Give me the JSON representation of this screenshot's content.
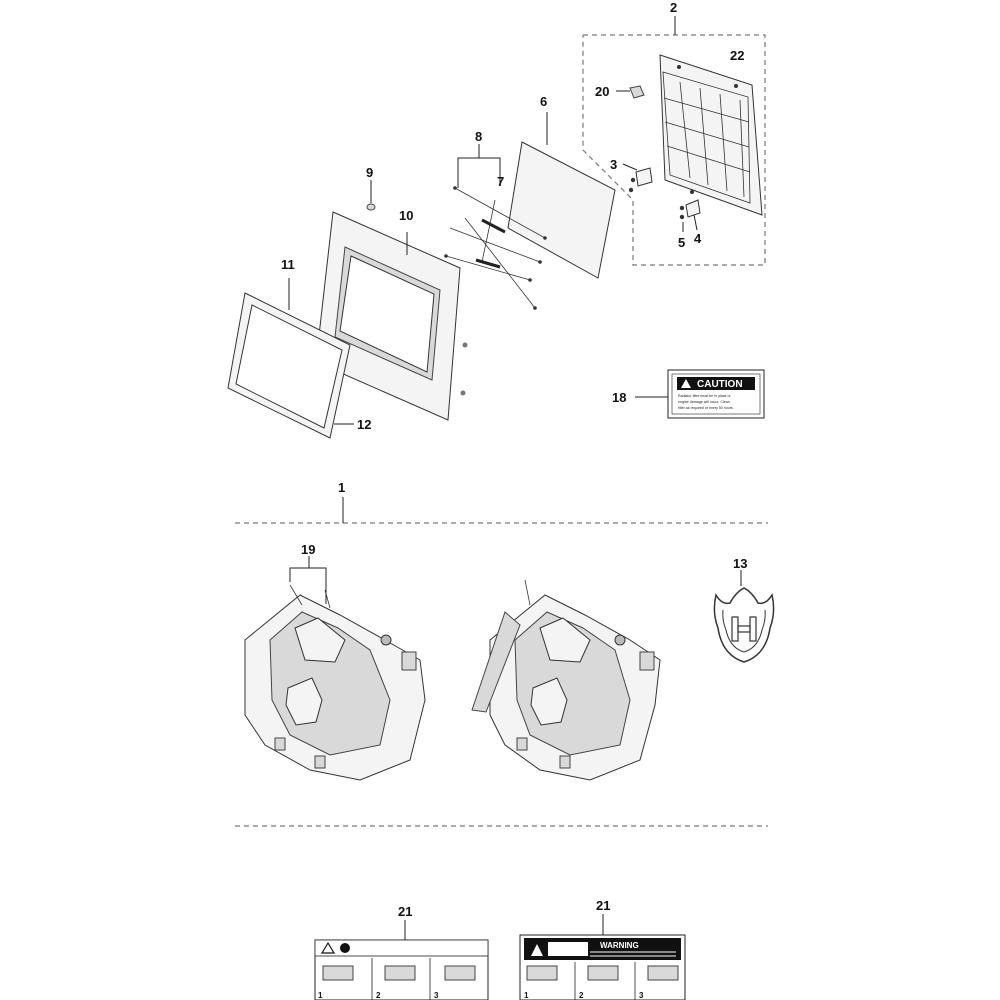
{
  "callouts": {
    "c1": "1",
    "c2": "2",
    "c3": "3",
    "c4": "4",
    "c5": "5",
    "c6": "6",
    "c7": "7",
    "c8": "8",
    "c9": "9",
    "c10": "10",
    "c11": "11",
    "c12": "12",
    "c13": "13",
    "c18": "18",
    "c19": "19",
    "c20": "20",
    "c21a": "21",
    "c21b": "21",
    "c22": "22"
  },
  "caution_label": {
    "heading": "CAUTION",
    "line1": "Radiator filter must be in place or",
    "line2": "engine damage will occur. Clean",
    "line3": "filter as required or every 50 hours."
  },
  "warning_label": {
    "heading": "WARNING",
    "steps": [
      "1",
      "2",
      "3"
    ]
  },
  "decal_left": {
    "steps": [
      "1",
      "2",
      "3"
    ]
  },
  "colors": {
    "line": "#222222",
    "fill_light": "#f4f4f4",
    "fill_shade": "#d9d9d9",
    "divider": "#777777"
  }
}
